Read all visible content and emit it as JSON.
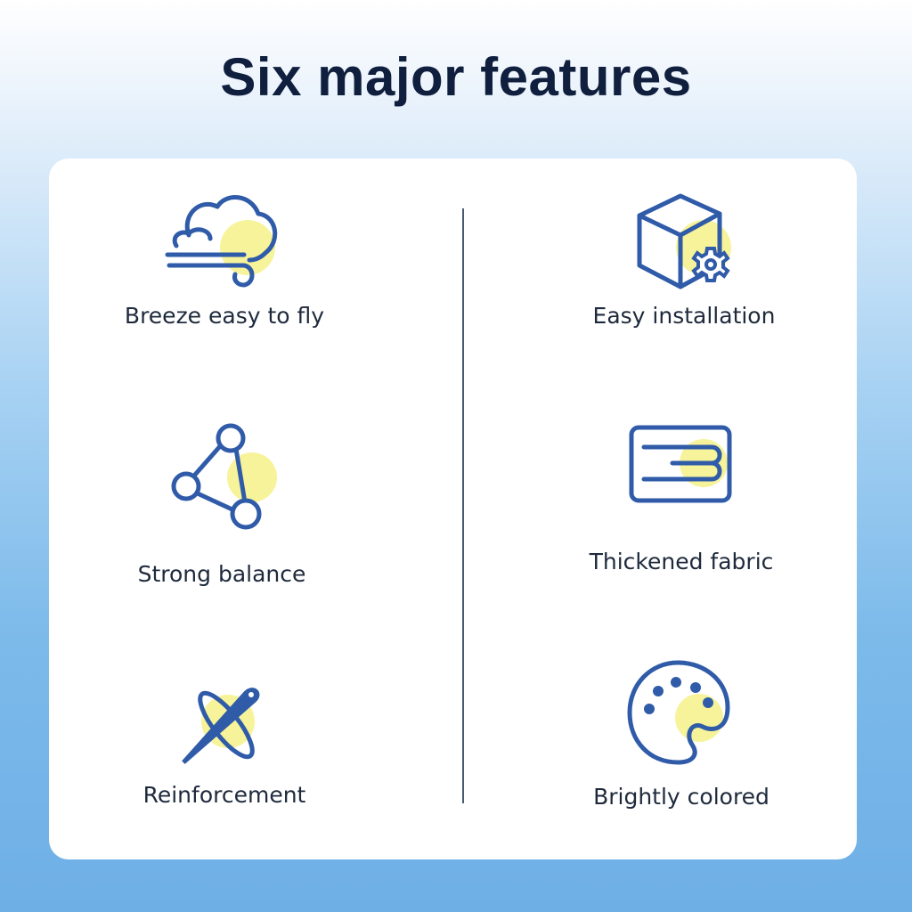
{
  "title": "Six major features",
  "colors": {
    "icon_stroke": "#2f5ba8",
    "icon_accent": "#f7f39a",
    "title": "#0f1f3d"
  },
  "features": [
    {
      "label": "Breeze easy to fly",
      "icon": "wind-cloud-icon"
    },
    {
      "label": "Easy installation",
      "icon": "box-gear-icon"
    },
    {
      "label": "Strong balance",
      "icon": "triangle-nodes-icon"
    },
    {
      "label": "Thickened fabric",
      "icon": "layered-fabric-icon"
    },
    {
      "label": "Reinforcement",
      "icon": "needle-thread-icon"
    },
    {
      "label": "Brightly colored",
      "icon": "palette-icon"
    }
  ]
}
